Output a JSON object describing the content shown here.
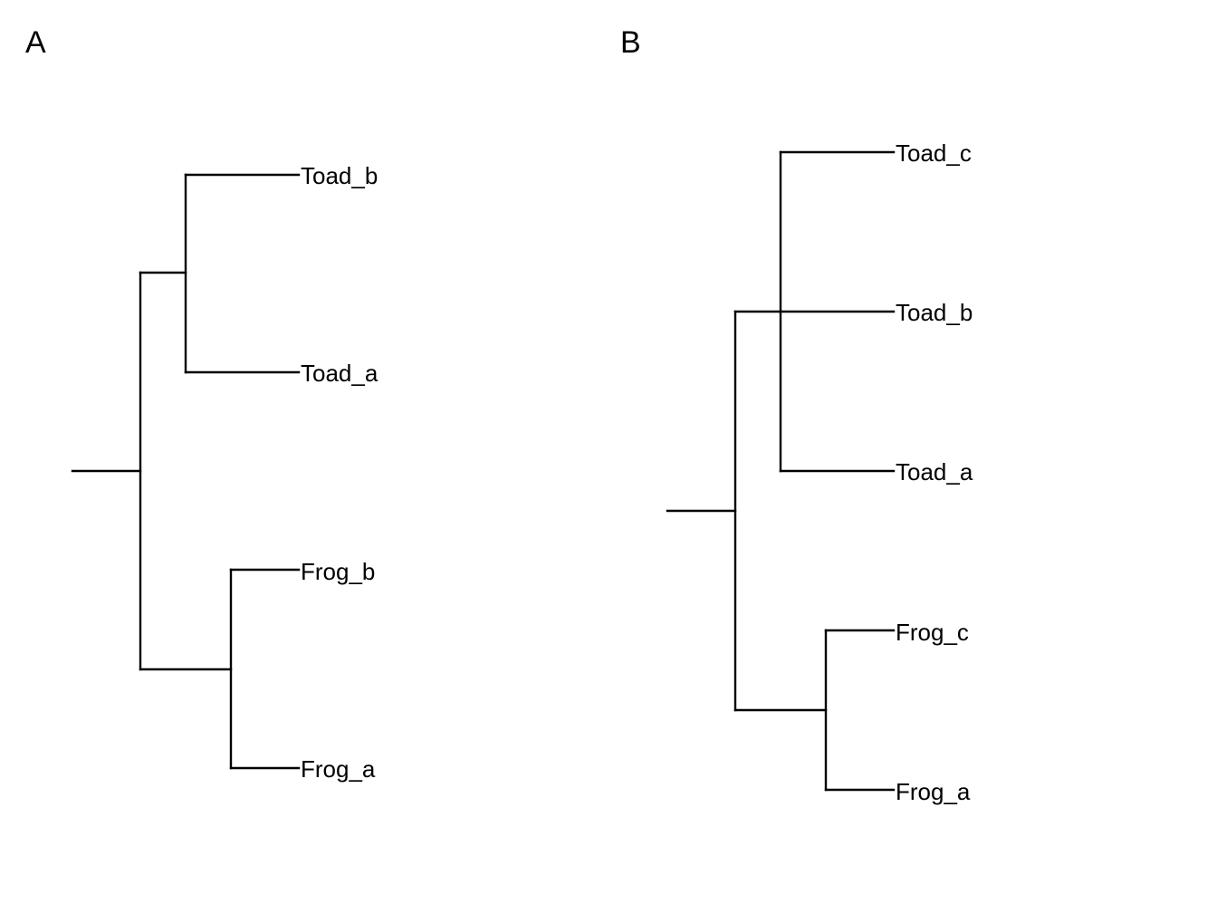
{
  "panels": [
    {
      "id": "A",
      "label": "A",
      "tips": [
        "Toad_b",
        "Toad_a",
        "Frog_b",
        "Frog_a"
      ]
    },
    {
      "id": "B",
      "label": "B",
      "tips": [
        "Toad_c",
        "Toad_b",
        "Toad_a",
        "Frog_c",
        "Frog_a"
      ]
    }
  ],
  "colors": {
    "line": "#000000",
    "text": "#000000",
    "background": "#ffffff"
  }
}
